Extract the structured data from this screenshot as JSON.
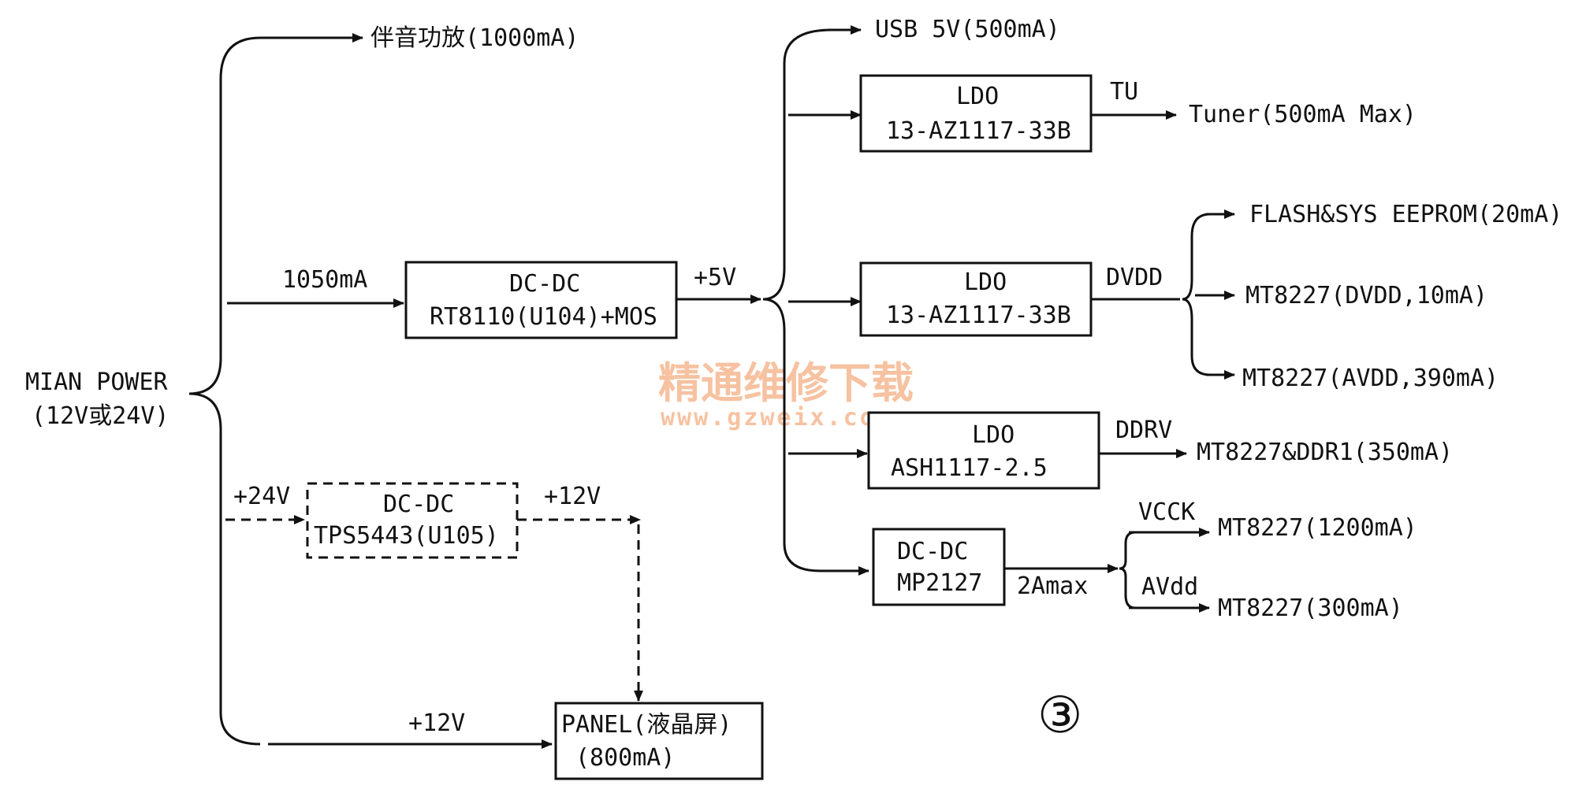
{
  "main_power": {
    "line1": "MIAN POWER",
    "line2": "(12V或24V)"
  },
  "top_branch": {
    "label": "伴音功放(1000mA)"
  },
  "dcdc_main": {
    "current_in": "1050mA",
    "title": "DC-DC",
    "part": "RT8110(U104)+MOS",
    "out_label": "+5V"
  },
  "usb": {
    "label": "USB  5V(500mA)"
  },
  "ldo_tuner": {
    "title": "LDO",
    "part": "13-AZ1117-33B",
    "rail": "TU",
    "load": "Tuner(500mA Max)"
  },
  "ldo_dvdd": {
    "title": "LDO",
    "part": "13-AZ1117-33B",
    "rail": "DVDD",
    "loads": [
      "FLASH&SYS EEPROM(20mA)",
      "MT8227(DVDD,10mA)",
      "MT8227(AVDD,390mA)"
    ]
  },
  "ldo_ddr": {
    "title": "LDO",
    "part": "ASH1117-2.5",
    "rail": "DDRV",
    "load": "MT8227&DDR1(350mA)"
  },
  "dcdc_mp": {
    "title": "DC-DC",
    "part": "MP2127",
    "current": "2Amax",
    "rail_top": "VCCK",
    "rail_bottom": "AVdd",
    "load_top": "MT8227(1200mA)",
    "load_bottom": "MT8227(300mA)"
  },
  "dcdc_tps": {
    "in_label": "+24V",
    "title": "DC-DC",
    "part": "TPS5443(U105)",
    "out_label": "+12V"
  },
  "panel": {
    "in_label": "+12V",
    "line1": "PANEL(液晶屏)",
    "line2": "(800mA)"
  },
  "figure_number": "③",
  "watermark": {
    "text": "精通维修下载",
    "url": "www.gzweix.com"
  }
}
